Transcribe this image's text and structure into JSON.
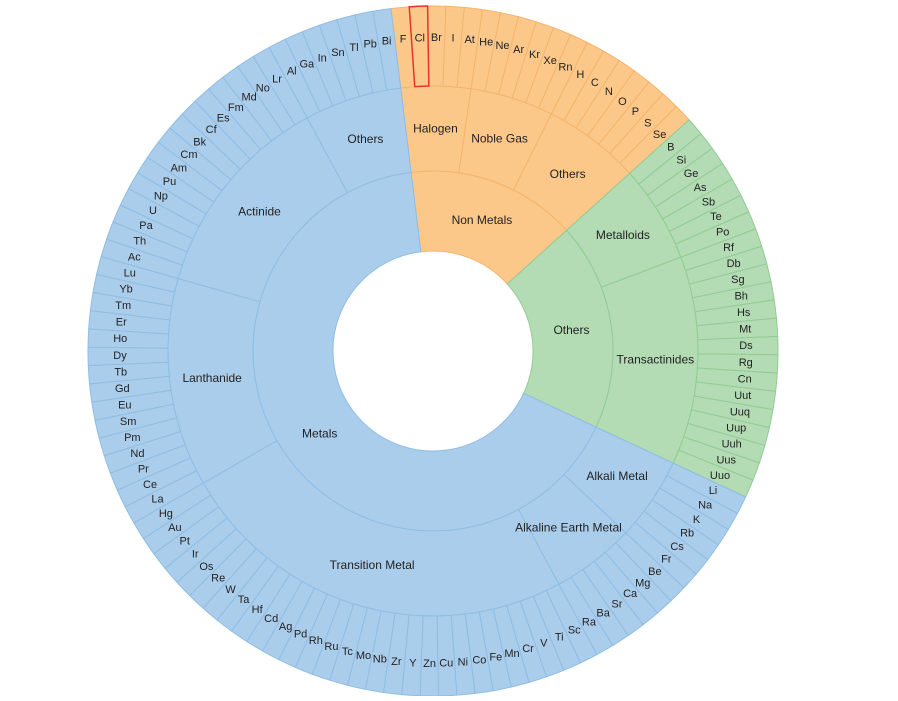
{
  "chart_data": {
    "type": "sunburst",
    "colors": {
      "Metals": "#abcdec",
      "Non Metals": "#fcc88a",
      "Others": "#b3dcb4"
    },
    "stroke_colors": {
      "Metals": "#8fbde3",
      "Non Metals": "#f3b56d",
      "Others": "#93cb95"
    },
    "selected_element": "Cl",
    "selected_color": "#e8342b",
    "groups": [
      {
        "name": "Non Metals",
        "subgroups": [
          {
            "name": "Halogen",
            "elements": [
              "F",
              "Cl",
              "Br",
              "I",
              "At"
            ]
          },
          {
            "name": "Noble Gas",
            "elements": [
              "He",
              "Ne",
              "Ar",
              "Kr",
              "Xe",
              "Rn"
            ]
          },
          {
            "name": "Others",
            "elements": [
              "H",
              "C",
              "N",
              "O",
              "P",
              "S",
              "Se"
            ]
          }
        ]
      },
      {
        "name": "Others",
        "subgroups": [
          {
            "name": "Metalloids",
            "elements": [
              "B",
              "Si",
              "Ge",
              "As",
              "Sb",
              "Te",
              "Po"
            ]
          },
          {
            "name": "Transactinides",
            "elements": [
              "Rf",
              "Db",
              "Sg",
              "Bh",
              "Hs",
              "Mt",
              "Ds",
              "Rg",
              "Cn",
              "Uut",
              "Uuq",
              "Uup",
              "Uuh",
              "Uus",
              "Uuo"
            ]
          }
        ]
      },
      {
        "name": "Metals",
        "subgroups": [
          {
            "name": "Alkali Metal",
            "elements": [
              "Li",
              "Na",
              "K",
              "Rb",
              "Cs",
              "Fr"
            ]
          },
          {
            "name": "Alkaline Earth Metal",
            "elements": [
              "Be",
              "Mg",
              "Ca",
              "Sr",
              "Ba",
              "Ra"
            ]
          },
          {
            "name": "Transition Metal",
            "elements": [
              "Sc",
              "Ti",
              "V",
              "Cr",
              "Mn",
              "Fe",
              "Co",
              "Ni",
              "Cu",
              "Zn",
              "Y",
              "Zr",
              "Nb",
              "Mo",
              "Tc",
              "Ru",
              "Rh",
              "Pd",
              "Ag",
              "Cd",
              "Hf",
              "Ta",
              "W",
              "Re",
              "Os",
              "Ir",
              "Pt",
              "Au",
              "Hg"
            ]
          },
          {
            "name": "Lanthanide",
            "elements": [
              "La",
              "Ce",
              "Pr",
              "Nd",
              "Pm",
              "Sm",
              "Eu",
              "Gd",
              "Tb",
              "Dy",
              "Ho",
              "Er",
              "Tm",
              "Yb",
              "Lu"
            ]
          },
          {
            "name": "Actinide",
            "elements": [
              "Ac",
              "Th",
              "Pa",
              "U",
              "Np",
              "Pu",
              "Am",
              "Cm",
              "Bk",
              "Cf",
              "Es",
              "Fm",
              "Md",
              "No",
              "Lr"
            ]
          },
          {
            "name": "Others",
            "elements": [
              "Al",
              "Ga",
              "In",
              "Sn",
              "Tl",
              "Pb",
              "Bi"
            ]
          }
        ]
      }
    ]
  }
}
